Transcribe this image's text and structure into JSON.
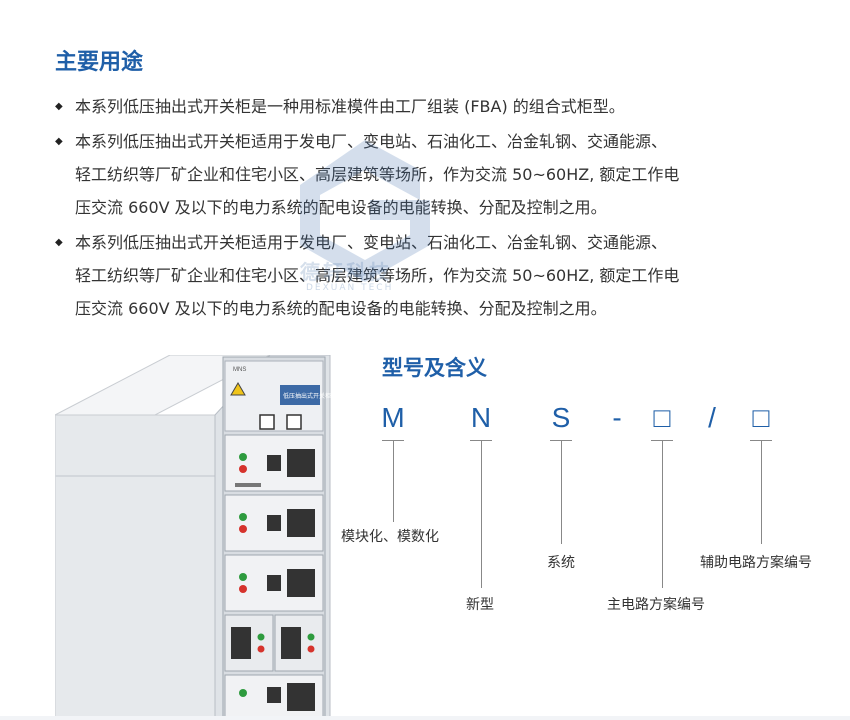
{
  "section": {
    "title": "主要用途"
  },
  "bullets": [
    {
      "lines": [
        "本系列低压抽出式开关柜是一种用标准模件由工厂组装 (FBA) 的组合式柜型。"
      ]
    },
    {
      "lines": [
        "本系列低压抽出式开关柜适用于发电厂、变电站、石油化工、冶金轧钢、交通能源、",
        "轻工纺织等厂矿企业和住宅小区、高层建筑等场所，作为交流 50~60HZ, 额定工作电",
        "压交流 660V 及以下的电力系统的配电设备的电能转换、分配及控制之用。"
      ]
    },
    {
      "lines": [
        "本系列低压抽出式开关柜适用于发电厂、变电站、石油化工、冶金轧钢、交通能源、",
        "轻工纺织等厂矿企业和住宅小区、高层建筑等场所，作为交流 50~60HZ, 额定工作电",
        "压交流 660V 及以下的电力系统的配电设备的电能转换、分配及控制之用。"
      ]
    }
  ],
  "bullet_symbol": "◆",
  "watermark": {
    "name": "德轩科技",
    "sub": "DEXUAN TECH"
  },
  "cabinet": {
    "brand": "MNS",
    "plate": "低压抽出式开关柜"
  },
  "model": {
    "title": "型号及含义",
    "codes": [
      "M",
      "N",
      "S",
      "-",
      "□",
      "/",
      "□"
    ],
    "labels": {
      "m": "模块化、模数化",
      "n": "新型",
      "s": "系统",
      "main": "主电路方案编号",
      "aux": "辅助电路方案编号"
    }
  },
  "colors": {
    "accent": "#1f5fa8",
    "text": "#333333",
    "cabinet_body": "#e9ecef"
  }
}
